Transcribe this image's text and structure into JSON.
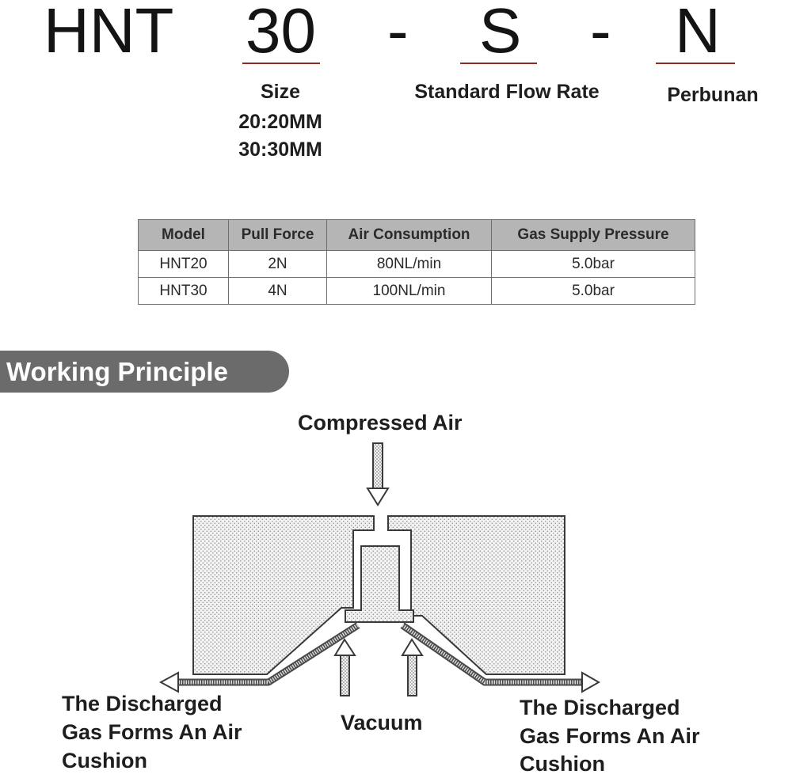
{
  "model_code": {
    "prefix": "HNT",
    "size_code": "30",
    "dash_1": "-",
    "flow_code": "S",
    "dash_2": "-",
    "material_code": "N",
    "size_label": "Size",
    "size_option_1": "20:20MM",
    "size_option_2": "30:30MM",
    "flow_label": "Standard Flow Rate",
    "material_label": "Perbunan",
    "underline_color": "#8a2a22"
  },
  "spec_table": {
    "headers": [
      "Model",
      "Pull Force",
      "Air Consumption",
      "Gas Supply Pressure"
    ],
    "rows": [
      [
        "HNT20",
        "2N",
        "80NL/min",
        "5.0bar"
      ],
      [
        "HNT30",
        "4N",
        "100NL/min",
        "5.0bar"
      ]
    ],
    "header_color": "#b5b5b5"
  },
  "section": {
    "title": "Working Principle",
    "banner_color": "#6b6b6b"
  },
  "diagram": {
    "compressed_air_label": "Compressed Air",
    "vacuum_label": "Vacuum",
    "left_outlet_label": [
      "The Discharged",
      "Gas Forms An Air",
      "Cushion"
    ],
    "right_outlet_label": [
      "The Discharged",
      "Gas Forms An Air",
      "Cushion"
    ]
  }
}
